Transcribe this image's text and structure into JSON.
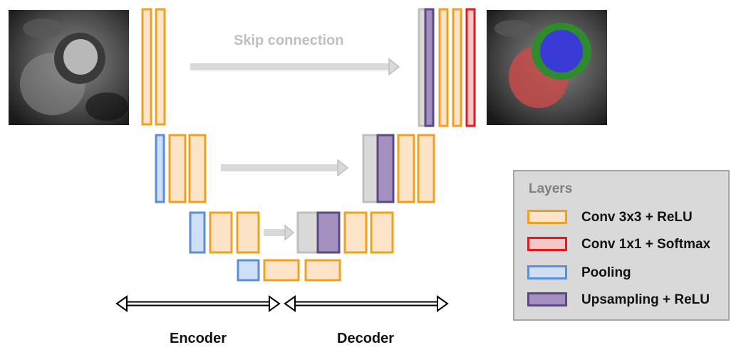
{
  "skip_label": "Skip connection",
  "encoder_label": "Encoder",
  "decoder_label": "Decoder",
  "legend": {
    "title": "Layers",
    "items": [
      {
        "label": "Conv 3x3 + ReLU",
        "fill": "#fde4c8",
        "stroke": "#f0a020"
      },
      {
        "label": "Conv 1x1 + Softmax",
        "fill": "#f6c7c7",
        "stroke": "#e31a1c"
      },
      {
        "label": "Pooling",
        "fill": "#cfe0f6",
        "stroke": "#5b8ed6"
      },
      {
        "label": "Upsampling + ReLU",
        "fill": "#a390c0",
        "stroke": "#5a4a80"
      }
    ]
  },
  "colors": {
    "conv": {
      "fill": "#fde4c8",
      "stroke": "#f0a020"
    },
    "softmax": {
      "fill": "#f6c7c7",
      "stroke": "#e31a1c"
    },
    "pool": {
      "fill": "#cfe0f6",
      "stroke": "#5b8ed6"
    },
    "up": {
      "fill": "#a390c0",
      "stroke": "#5a4a80"
    },
    "skip": {
      "fill": "#d9d9d9",
      "stroke": "#bfbfbf"
    }
  },
  "images": [
    "mri-input-image",
    "mri-segmentation-output"
  ]
}
